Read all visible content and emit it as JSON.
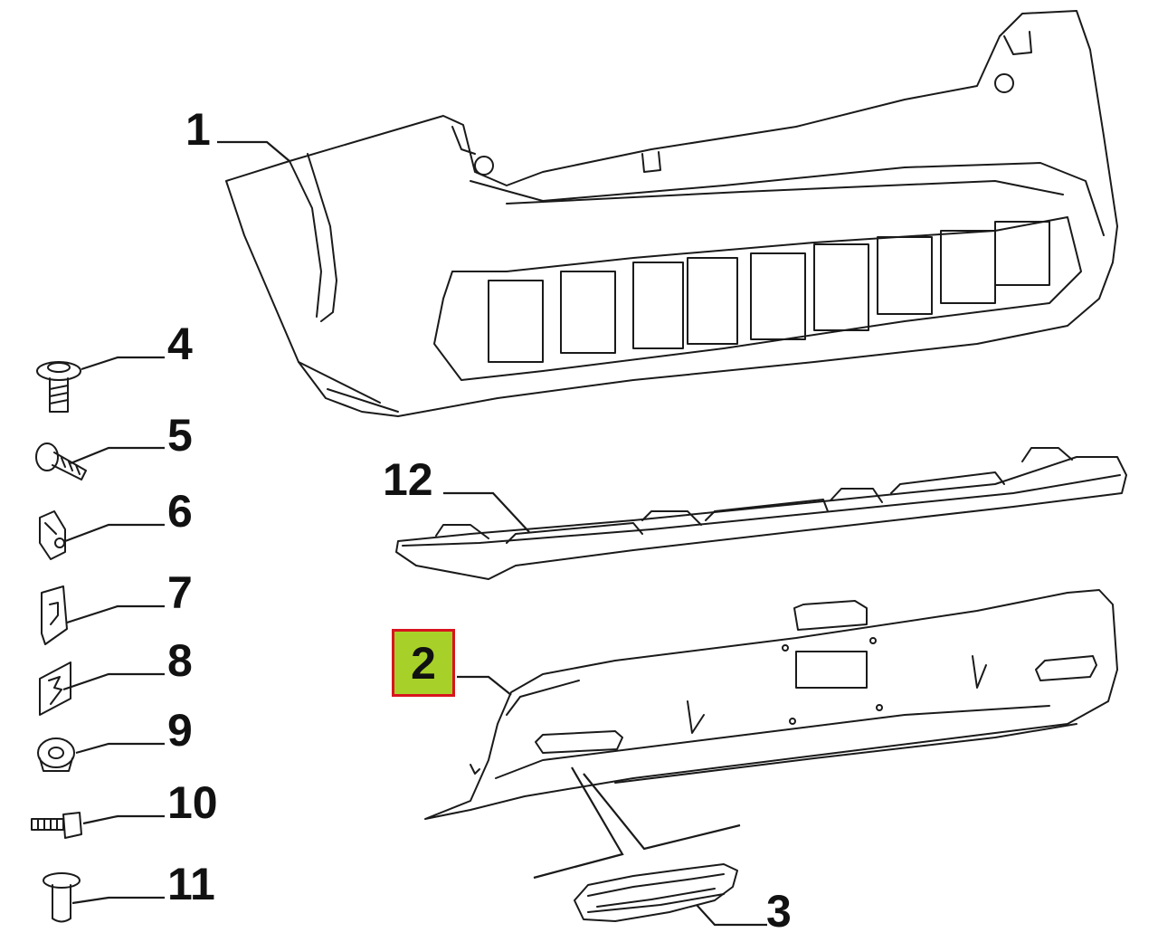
{
  "diagram": {
    "highlight": {
      "part": "2",
      "fill_color": "#a7d129",
      "border_color": "#d9141f"
    },
    "callouts": [
      {
        "id": "1",
        "label": "1",
        "part": "rear-bumper-cover"
      },
      {
        "id": "2",
        "label": "2",
        "part": "lower-bumper-panel"
      },
      {
        "id": "3",
        "label": "3",
        "part": "reflector"
      },
      {
        "id": "4",
        "label": "4",
        "part": "shouldered-bolt"
      },
      {
        "id": "5",
        "label": "5",
        "part": "self-tapping-screw"
      },
      {
        "id": "6",
        "label": "6",
        "part": "spring-nut-clip"
      },
      {
        "id": "7",
        "label": "7",
        "part": "retaining-clip"
      },
      {
        "id": "8",
        "label": "8",
        "part": "bracket-clip"
      },
      {
        "id": "9",
        "label": "9",
        "part": "grommet"
      },
      {
        "id": "10",
        "label": "10",
        "part": "screw-with-nut"
      },
      {
        "id": "11",
        "label": "11",
        "part": "push-rivet"
      },
      {
        "id": "12",
        "label": "12",
        "part": "bumper-skid-trim"
      }
    ]
  }
}
